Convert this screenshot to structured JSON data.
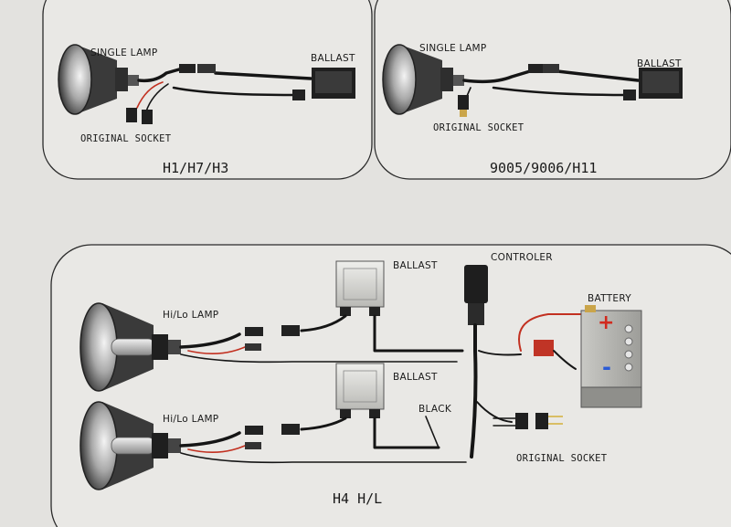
{
  "panels": {
    "top_left": {
      "lamp_label": "SINGLE LAMP",
      "ballast_label": "BALLAST",
      "socket_label": "ORIGINAL SOCKET",
      "caption": "H1/H7/H3"
    },
    "top_right": {
      "lamp_label": "SINGLE LAMP",
      "ballast_label": "BALLAST",
      "socket_label": "ORIGINAL SOCKET",
      "caption": "9005/9006/H11"
    },
    "bottom": {
      "lamp1_label": "Hi/Lo LAMP",
      "lamp2_label": "Hi/Lo LAMP",
      "ballast1_label": "BALLAST",
      "ballast2_label": "BALLAST",
      "controller_label": "CONTROLER",
      "battery_label": "BATTERY",
      "black_label": "BLACK",
      "socket_label": "ORIGINAL SOCKET",
      "battery_plus": "+",
      "battery_minus": "-",
      "caption": "H4 H/L"
    }
  },
  "colors": {
    "background": "#e3e2df",
    "frame": "#2a2a2a",
    "wire": "#151515",
    "positive_wire": "#c23020",
    "negative_sign": "#2a5bd6",
    "ballast_body": "#d8d8d4"
  }
}
